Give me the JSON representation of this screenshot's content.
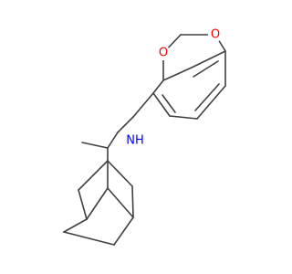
{
  "structure": {
    "atoms": [
      {
        "id": "O1",
        "symbol": "O",
        "label": "O"
      },
      {
        "id": "O2",
        "symbol": "O",
        "label": "O"
      },
      {
        "id": "N1",
        "symbol": "N",
        "label": "NH"
      }
    ]
  },
  "colors": {
    "bond": "#404040",
    "oxygen": "#ff0000",
    "nitrogen": "#0000ff",
    "background": "#ffffff"
  }
}
